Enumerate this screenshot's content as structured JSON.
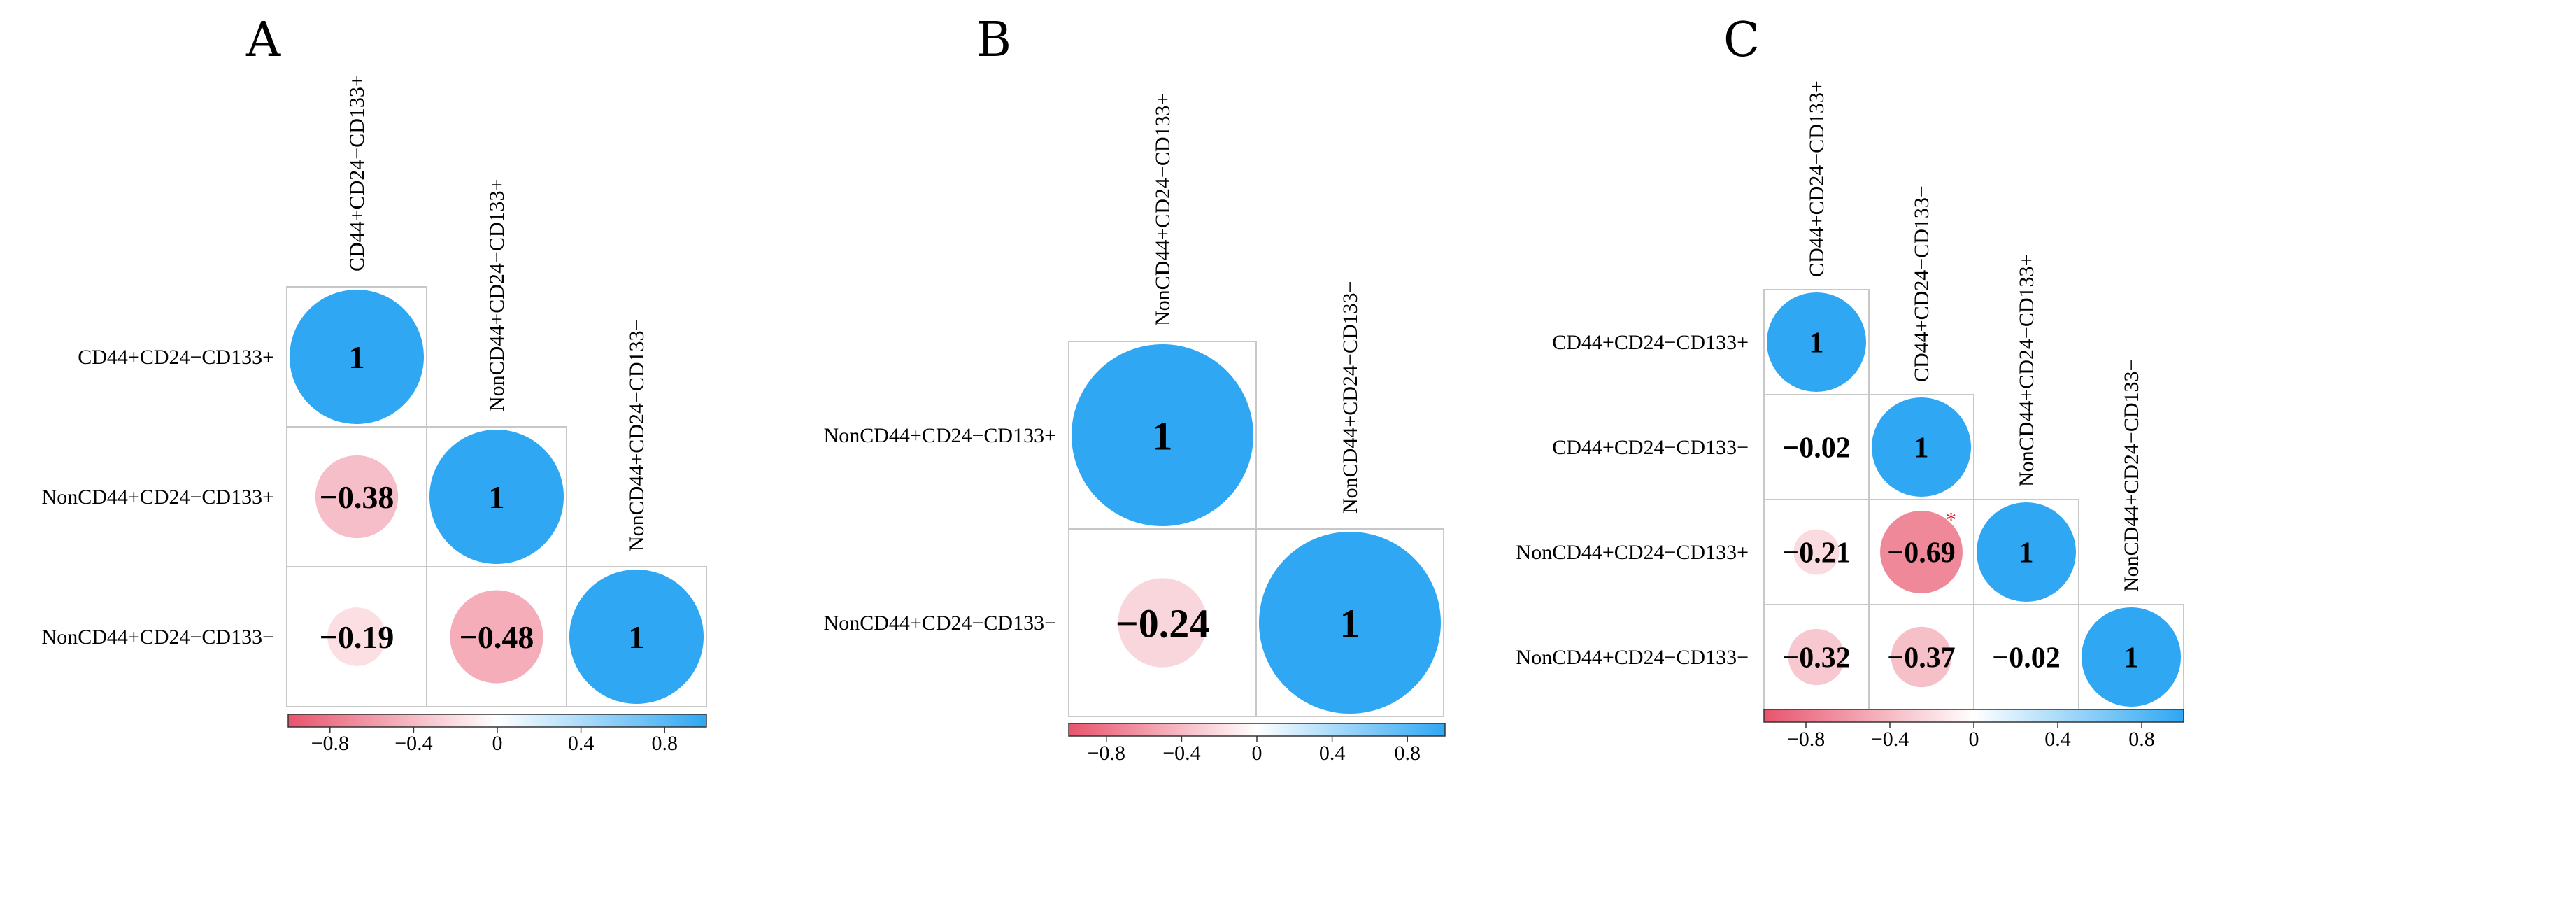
{
  "colors": {
    "positive": "#2fa7f3",
    "negative": "#e8546d",
    "neutral": "#ffffff",
    "significance_mark": "#e2202b",
    "grid": "#c8c8c8"
  },
  "chart_data": [
    {
      "type": "heatmap",
      "subtype": "correlation-circle-lower-triangle",
      "panel": "A",
      "variables": [
        "CD44+CD24−CD133+",
        "NonCD44+CD24−CD133+",
        "NonCD44+CD24−CD133−"
      ],
      "matrix": [
        [
          1,
          null,
          null
        ],
        [
          -0.38,
          1,
          null
        ],
        [
          -0.19,
          -0.48,
          1
        ]
      ],
      "cell_labels": [
        [
          "1",
          null,
          null
        ],
        [
          "−0.38",
          "1",
          null
        ],
        [
          "−0.19",
          "−0.48",
          "1"
        ]
      ],
      "significant": [],
      "colorbar": {
        "range": [
          -1,
          1
        ],
        "ticks": [
          "−0.8",
          "−0.4",
          "0",
          "0.4",
          "0.8"
        ],
        "tick_values": [
          -0.8,
          -0.4,
          0,
          0.4,
          0.8
        ]
      }
    },
    {
      "type": "heatmap",
      "subtype": "correlation-circle-lower-triangle",
      "panel": "B",
      "variables": [
        "NonCD44+CD24−CD133+",
        "NonCD44+CD24−CD133−"
      ],
      "matrix": [
        [
          1,
          null
        ],
        [
          -0.24,
          1
        ]
      ],
      "cell_labels": [
        [
          "1",
          null
        ],
        [
          "−0.24",
          "1"
        ]
      ],
      "significant": [],
      "colorbar": {
        "range": [
          -1,
          1
        ],
        "ticks": [
          "−0.8",
          "−0.4",
          "0",
          "0.4",
          "0.8"
        ],
        "tick_values": [
          -0.8,
          -0.4,
          0,
          0.4,
          0.8
        ]
      }
    },
    {
      "type": "heatmap",
      "subtype": "correlation-circle-lower-triangle",
      "panel": "C",
      "variables": [
        "CD44+CD24−CD133+",
        "CD44+CD24−CD133−",
        "NonCD44+CD24−CD133+",
        "NonCD44+CD24−CD133−"
      ],
      "matrix": [
        [
          1,
          null,
          null,
          null
        ],
        [
          -0.02,
          1,
          null,
          null
        ],
        [
          -0.21,
          -0.69,
          1,
          null
        ],
        [
          -0.32,
          -0.37,
          -0.02,
          1
        ]
      ],
      "cell_labels": [
        [
          "1",
          null,
          null,
          null
        ],
        [
          "−0.02",
          "1",
          null,
          null
        ],
        [
          "−0.21",
          "−0.69",
          "1",
          null
        ],
        [
          "−0.32",
          "−0.37",
          "−0.02",
          "1"
        ]
      ],
      "significant": [
        [
          2,
          1
        ]
      ],
      "significance_symbol": "*",
      "colorbar": {
        "range": [
          -1,
          1
        ],
        "ticks": [
          "−0.8",
          "−0.4",
          "0",
          "0.4",
          "0.8"
        ],
        "tick_values": [
          -0.8,
          -0.4,
          0,
          0.4,
          0.8
        ]
      }
    }
  ]
}
